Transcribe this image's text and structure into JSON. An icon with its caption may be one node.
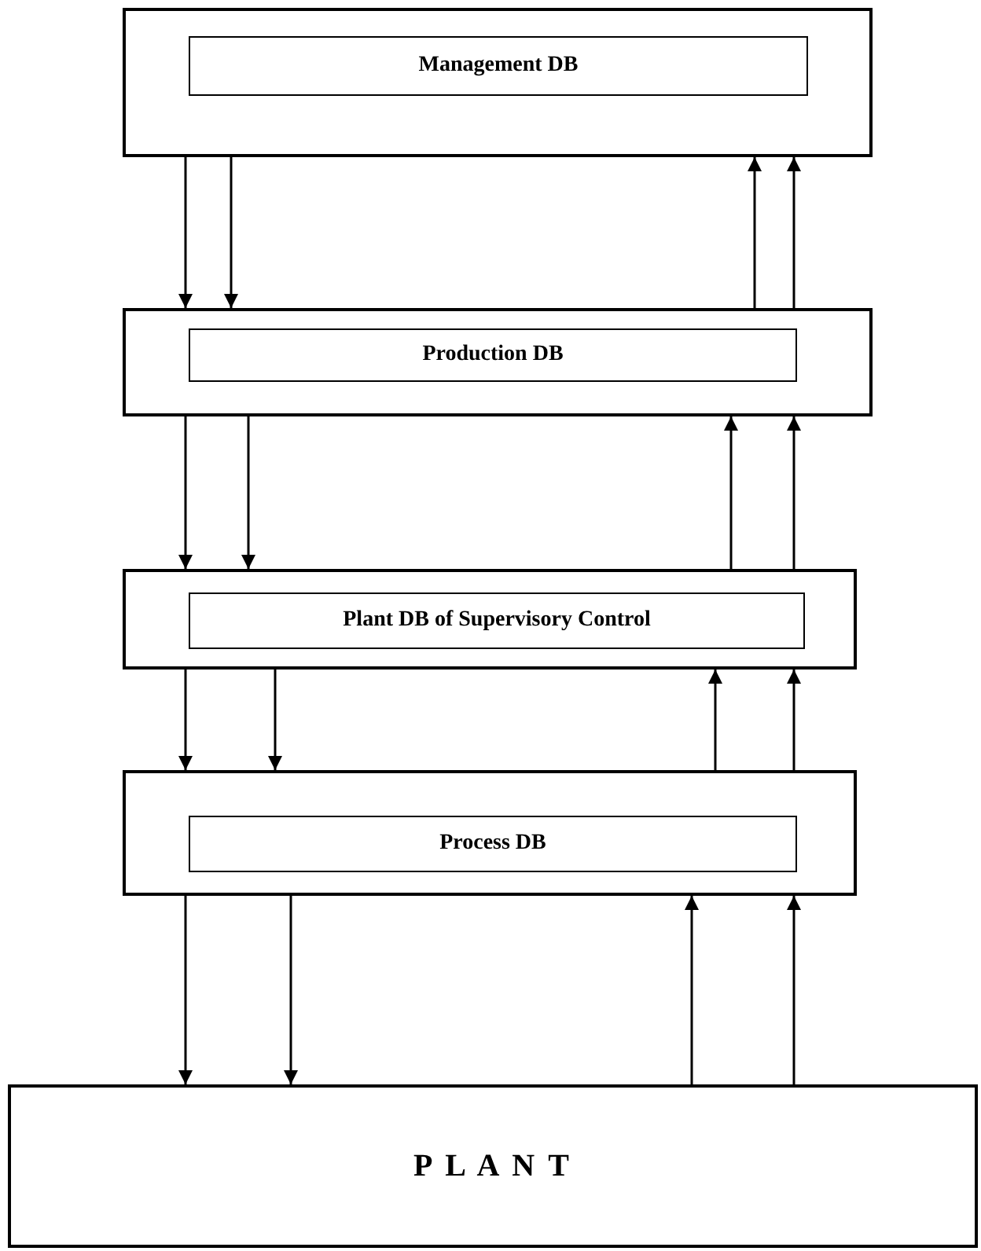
{
  "diagram": {
    "nodes": [
      {
        "text": [],
        "shape": "box"
      },
      {
        "text": [
          "Management DB"
        ],
        "in": 0
      },
      {
        "text": [],
        "shape": "box"
      },
      {
        "text": [
          "Production DB"
        ],
        "in": 2
      },
      {
        "text": [],
        "shape": "box"
      },
      {
        "text": [
          "Plant DB of Supervisory Control"
        ],
        "in": 4
      },
      {
        "text": [],
        "shape": "box"
      },
      {
        "text": [
          "Process DB"
        ],
        "in": 6
      },
      {
        "text": [
          "P L A N T"
        ]
      }
    ],
    "edges": [
      {
        "from": 0,
        "to": 2,
        "arrow": "to"
      },
      {
        "from": 0,
        "to": 2,
        "arrow": "to"
      },
      {
        "from": 2,
        "to": 0,
        "arrow": "to"
      },
      {
        "from": 2,
        "to": 0,
        "arrow": "to"
      },
      {
        "from": 2,
        "to": 4,
        "arrow": "to"
      },
      {
        "from": 2,
        "to": 4,
        "arrow": "to"
      },
      {
        "from": 4,
        "to": 2,
        "arrow": "to"
      },
      {
        "from": 4,
        "to": 2,
        "arrow": "to"
      },
      {
        "from": 4,
        "to": 6,
        "arrow": "to"
      },
      {
        "from": 4,
        "to": 6,
        "arrow": "to"
      },
      {
        "from": 6,
        "to": 4,
        "arrow": "to"
      },
      {
        "from": 6,
        "to": 4,
        "arrow": "to"
      },
      {
        "from": 6,
        "to": 8,
        "arrow": "to"
      },
      {
        "from": 6,
        "to": 8,
        "arrow": "to"
      },
      {
        "from": 8,
        "to": 6,
        "arrow": "to"
      },
      {
        "from": 8,
        "to": 6,
        "arrow": "to"
      }
    ]
  }
}
